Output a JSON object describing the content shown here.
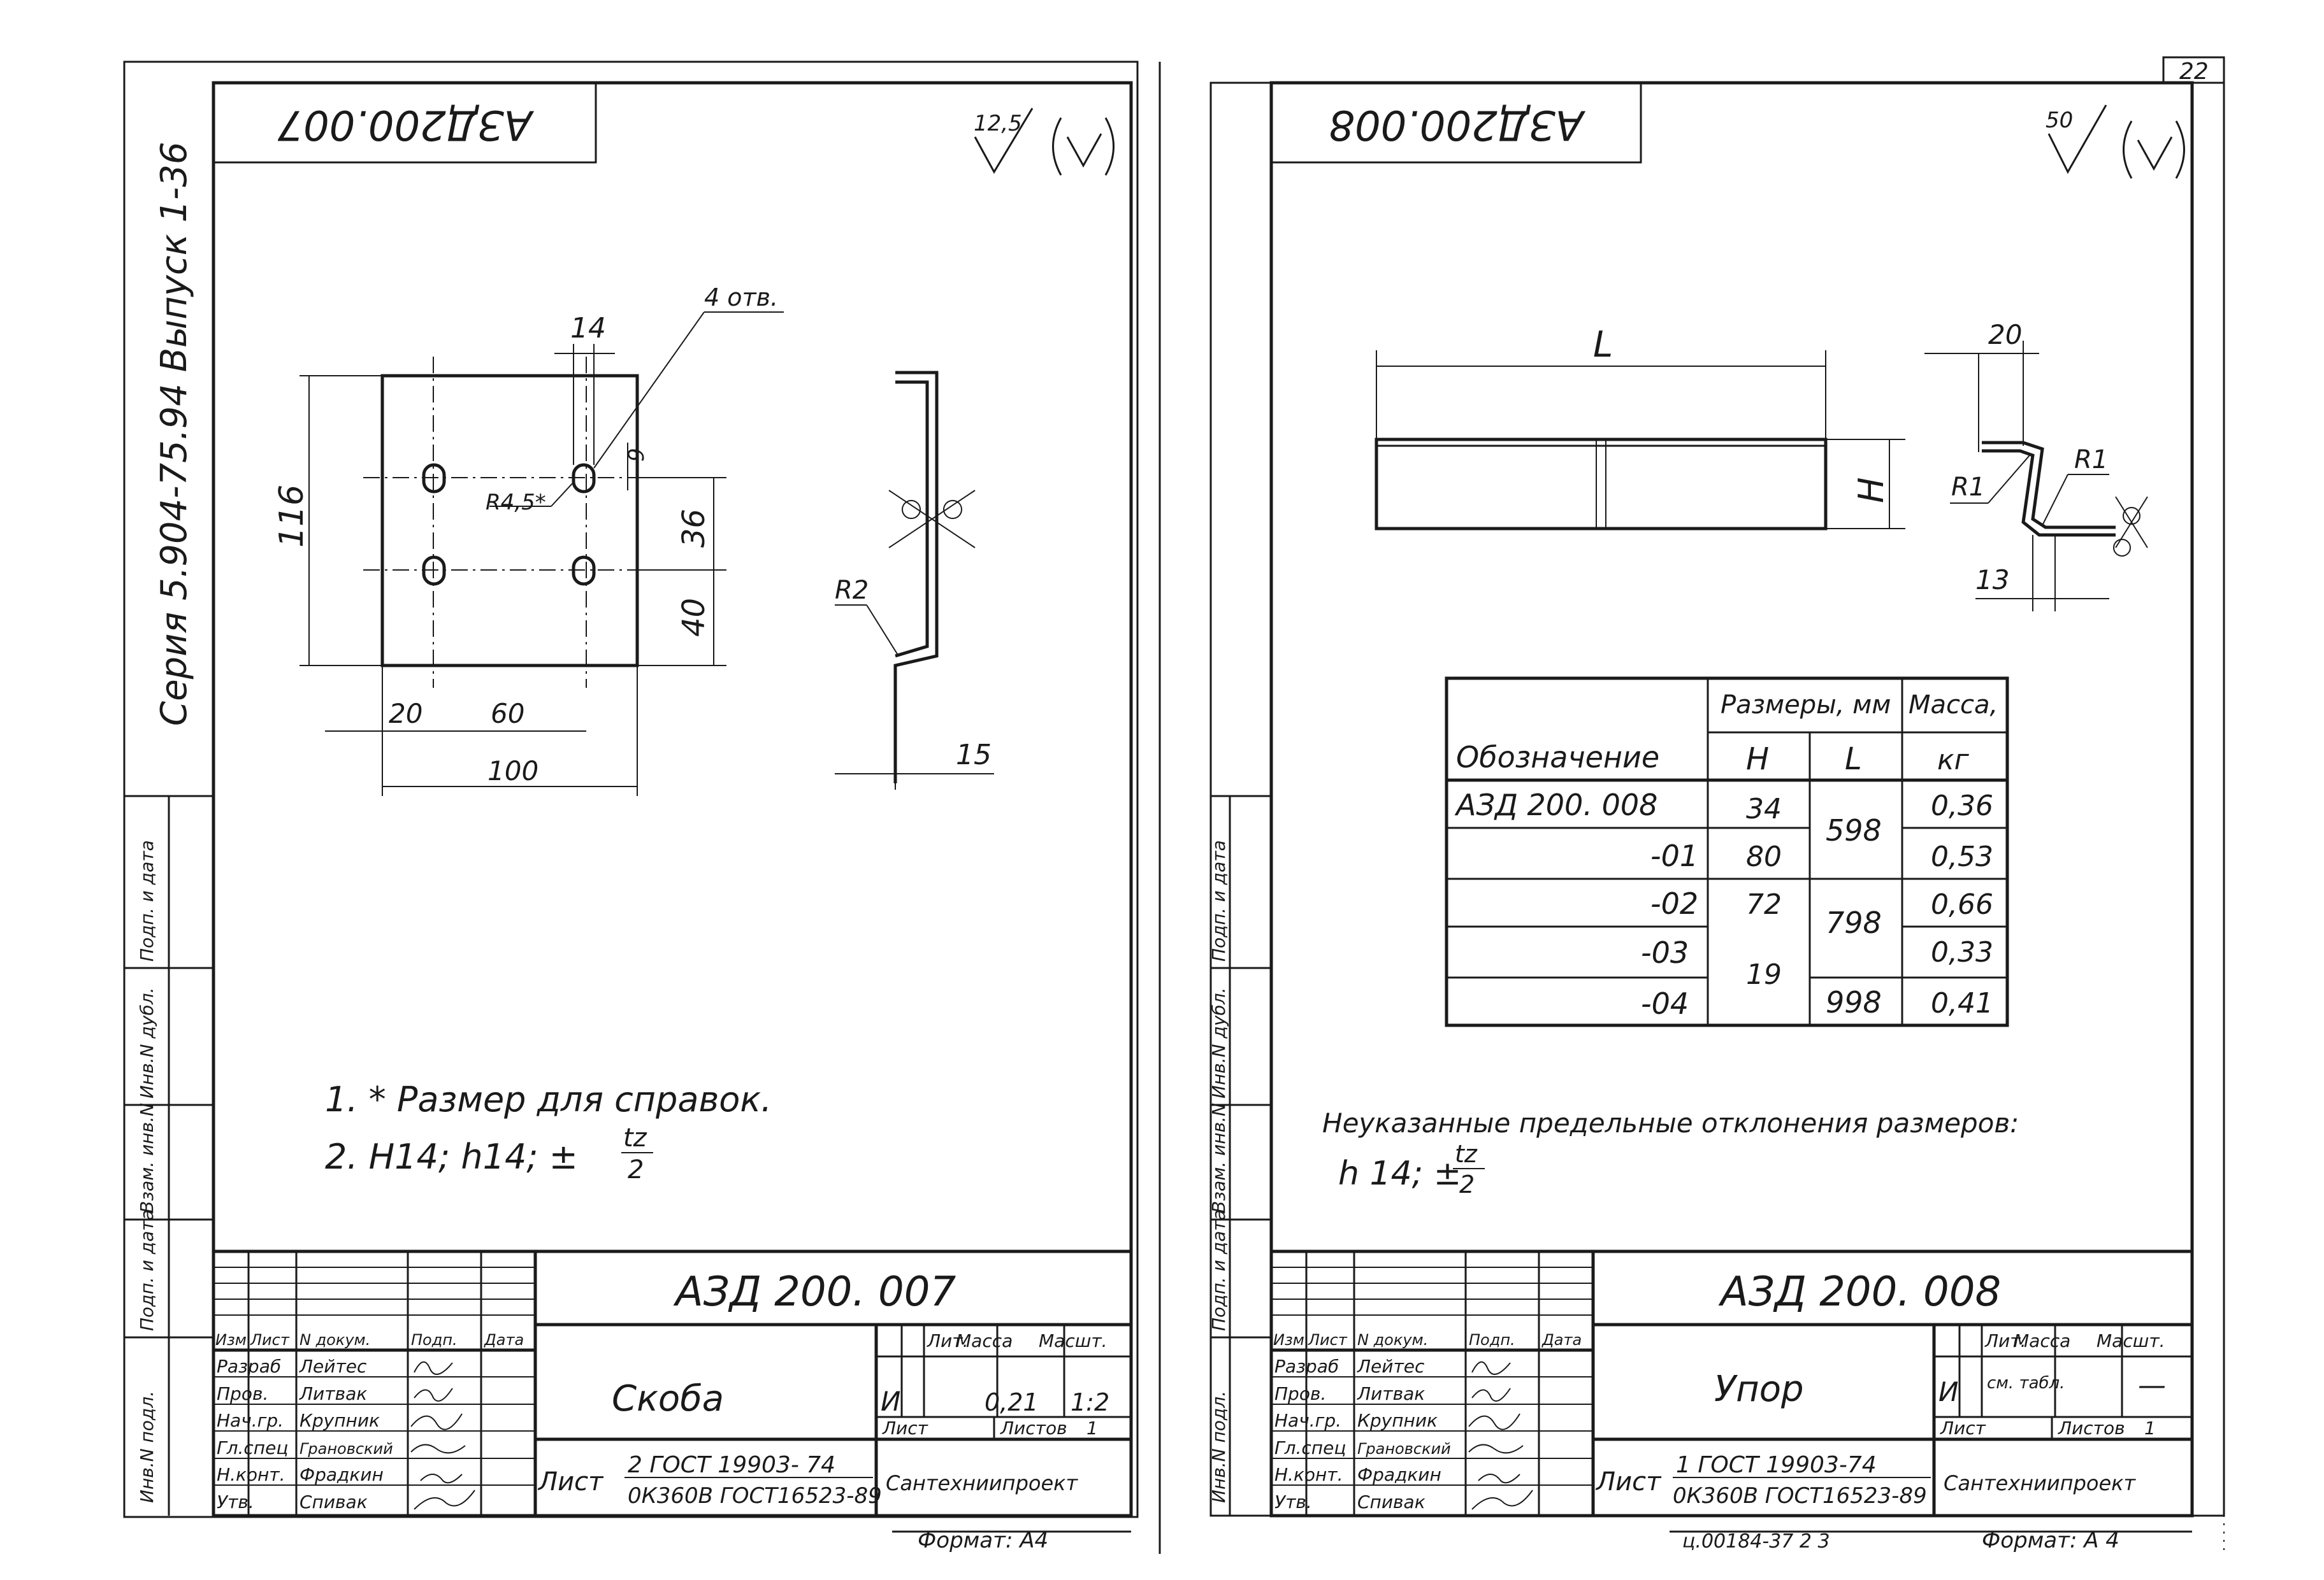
{
  "page_number": "22",
  "left_sheet": {
    "mirrored_code": "АЗД200.007",
    "series": "Серия 5.904-75.94 Выпуск 1-36",
    "roughness_value": "12,5",
    "holes_label": "4 отв.",
    "dims": {
      "d14": "14",
      "d9": "9",
      "r45": "R4,5*",
      "d116": "116",
      "d36": "36",
      "d40": "40",
      "d20": "20",
      "d60": "60",
      "d100": "100",
      "r2": "R2",
      "d15": "15"
    },
    "note1": "1. * Размер для справок.",
    "note2": "2. H14; h14; ±",
    "tol_num": "tz",
    "tol_den": "2",
    "title_code": "АЗД 200. 007",
    "name": "Скоба",
    "lit": "И",
    "mass": "0,21",
    "scale": "1:2",
    "sheets": "1",
    "material_line1": "2 ГОСТ 19903- 74",
    "material_line2": "0К360В ГОСТ16523-89",
    "format": "Формат: А4"
  },
  "right_sheet": {
    "mirrored_code": "АЗД200.008",
    "roughness_value": "50",
    "dims": {
      "L": "L",
      "H": "H",
      "d20": "20",
      "r1a": "R1",
      "r1b": "R1",
      "d13": "13"
    },
    "table": {
      "h_designation": "Обозначение",
      "h_sizes": "Размеры, мм",
      "h_mass": "Масса,",
      "h_H": "H",
      "h_L": "L",
      "h_kg": "кг",
      "rows": [
        {
          "designation": "АЗД 200. 008",
          "H": "34",
          "L": "598",
          "mass": "0,36"
        },
        {
          "designation": "-01",
          "H": "80",
          "L": "",
          "mass": "0,53"
        },
        {
          "designation": "-02",
          "H": "72",
          "L": "798",
          "mass": "0,66"
        },
        {
          "designation": "-03",
          "H": "19",
          "L": "",
          "mass": "0,33"
        },
        {
          "designation": "-04",
          "H": "",
          "L": "998",
          "mass": "0,41"
        }
      ]
    },
    "note": "Неуказанные предельные отклонения размеров:",
    "note2": "h 14; ±",
    "tol_num": "tz",
    "tol_den": "2",
    "title_code": "АЗД 200. 008",
    "name": "Упор",
    "lit": "И",
    "mass": "см. табл.",
    "scale": "—",
    "sheets": "1",
    "material_line1": "1 ГОСТ 19903-74",
    "material_line2": "0К360В ГОСТ16523-89",
    "archive": "ц.00184-37   2 3",
    "format": "Формат: А 4"
  },
  "title_block": {
    "col_headers": [
      "Изм",
      "Лист",
      "N докум.",
      "Подп.",
      "Дата"
    ],
    "roles": [
      "Разраб",
      "Пров.",
      "Нач.гр.",
      "Гл.спец",
      "Н.конт.",
      "Утв."
    ],
    "names": [
      "Лейтес",
      "Литвак",
      "Крупник",
      "Грановский",
      "Фрадкин",
      "Спивак"
    ],
    "lit_label": "Лит.",
    "mass_label": "Масса",
    "scale_label": "Масшт.",
    "sheet_label": "Лист",
    "sheets_label": "Листов",
    "list_label": "Лист",
    "org": "Сантехниипроект"
  },
  "margin_labels": [
    "Инв.N подл.",
    "Подп. и дата",
    "Взам. инв.N",
    "Инв.N дубл.",
    "Подп. и дата"
  ]
}
